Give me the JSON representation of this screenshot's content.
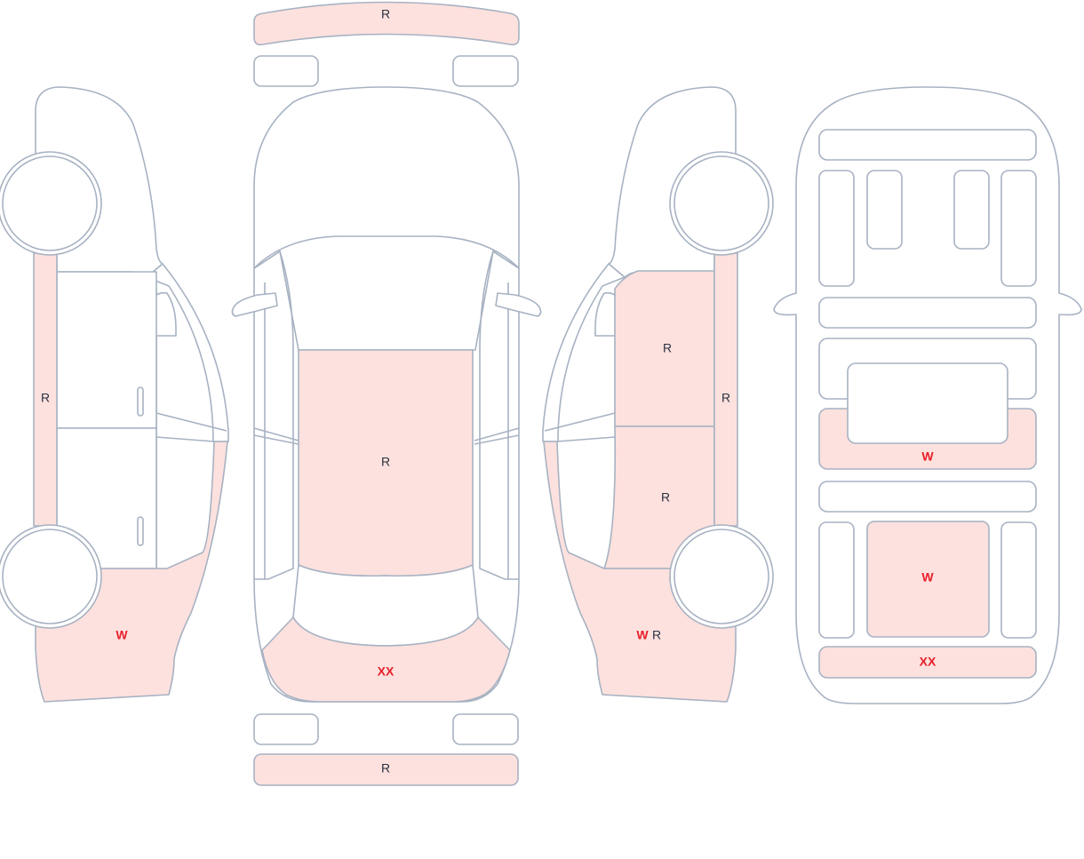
{
  "colors": {
    "damage_fill": "#fde1de",
    "outline": "#a7b2c2",
    "code_dark": "#2b3140",
    "code_red": "#e8202a"
  },
  "legend_codes": [
    "R",
    "W",
    "XX"
  ],
  "left_side": {
    "pillar": "R",
    "rear_quarter": "W"
  },
  "top_view": {
    "front_bumper": "R",
    "roof": "R",
    "rear_window": "XX",
    "rear_bumper": "R"
  },
  "right_side": {
    "front_door": "R",
    "pillar": "R",
    "rear_door": "R",
    "rear_quarter_w": "W",
    "rear_quarter_r": "R"
  },
  "interior": {
    "rear_seat": "W",
    "cargo": "W",
    "trunk": "XX"
  }
}
